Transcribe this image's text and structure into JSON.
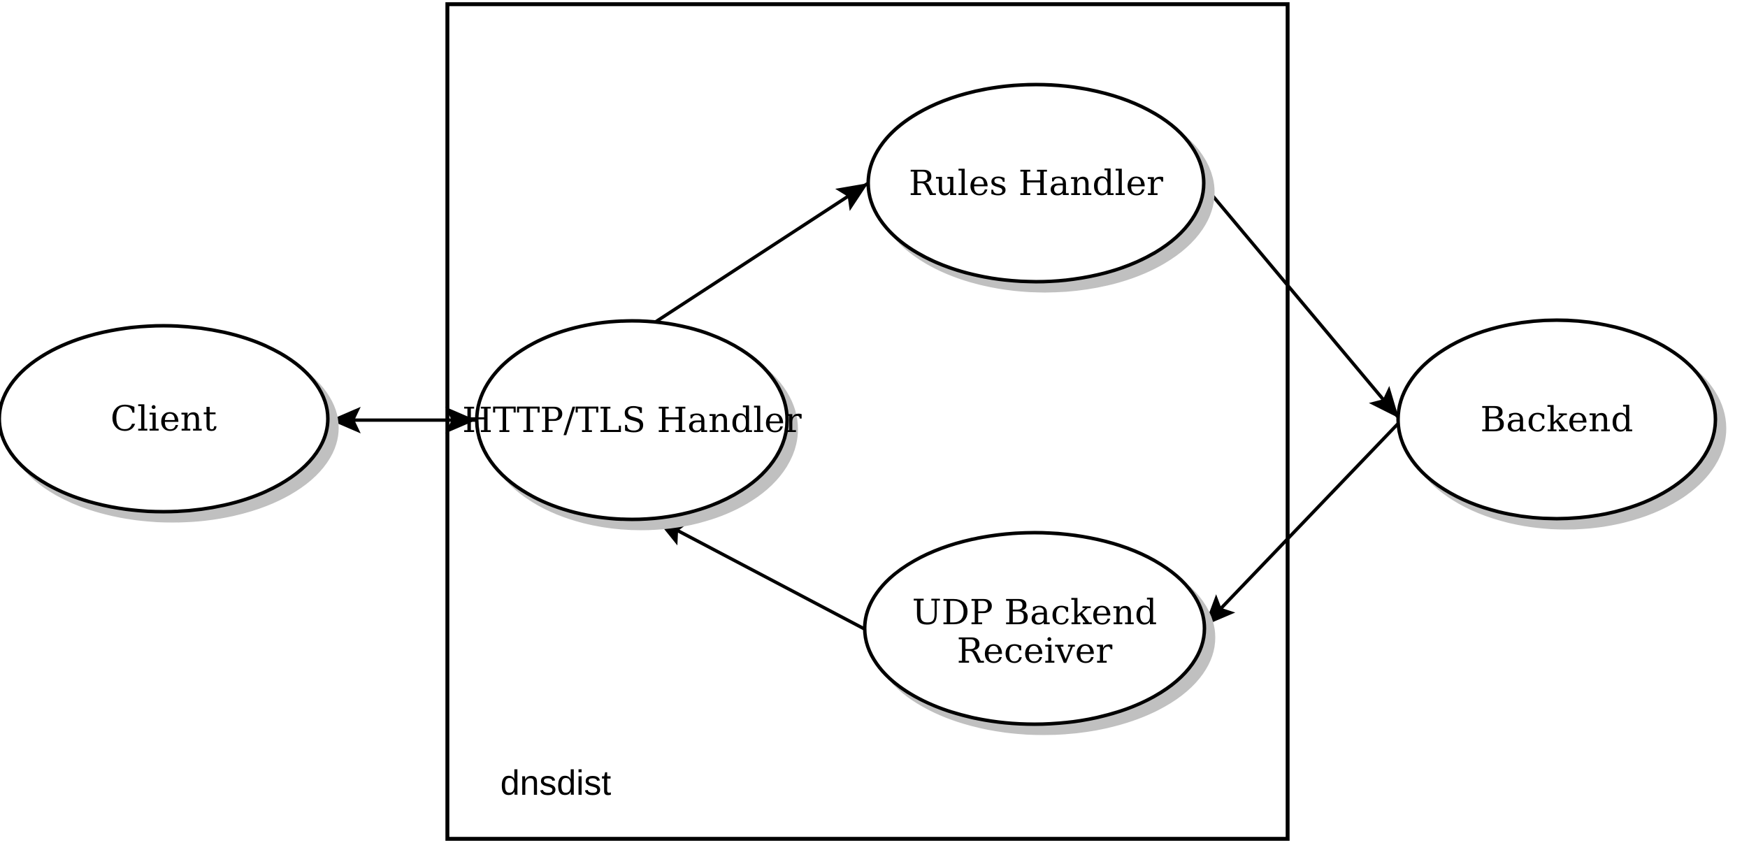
{
  "diagram": {
    "title": "dnsdist DoH/DoT query flow diagram",
    "type": "directed-graph",
    "cluster": {
      "label": "dnsdist"
    },
    "nodes": {
      "client": {
        "label": "Client"
      },
      "http_tls_handler": {
        "label": "HTTP/TLS Handler"
      },
      "rules_handler": {
        "label": "Rules Handler"
      },
      "udp_backend_receiver": {
        "label_line1": "UDP Backend",
        "label_line2": "Receiver"
      },
      "backend": {
        "label": "Backend"
      }
    },
    "edges": [
      {
        "from": "client",
        "to": "http_tls_handler",
        "direction": "bidirectional"
      },
      {
        "from": "http_tls_handler",
        "to": "rules_handler",
        "direction": "forward"
      },
      {
        "from": "rules_handler",
        "to": "backend",
        "direction": "forward"
      },
      {
        "from": "backend",
        "to": "udp_backend_receiver",
        "direction": "forward"
      },
      {
        "from": "udp_backend_receiver",
        "to": "http_tls_handler",
        "direction": "forward"
      }
    ],
    "colors": {
      "background": "#ffffff",
      "node_fill": "#ffffff",
      "stroke": "#000000",
      "shadow": "#c0c0c0",
      "text": "#000000"
    }
  }
}
